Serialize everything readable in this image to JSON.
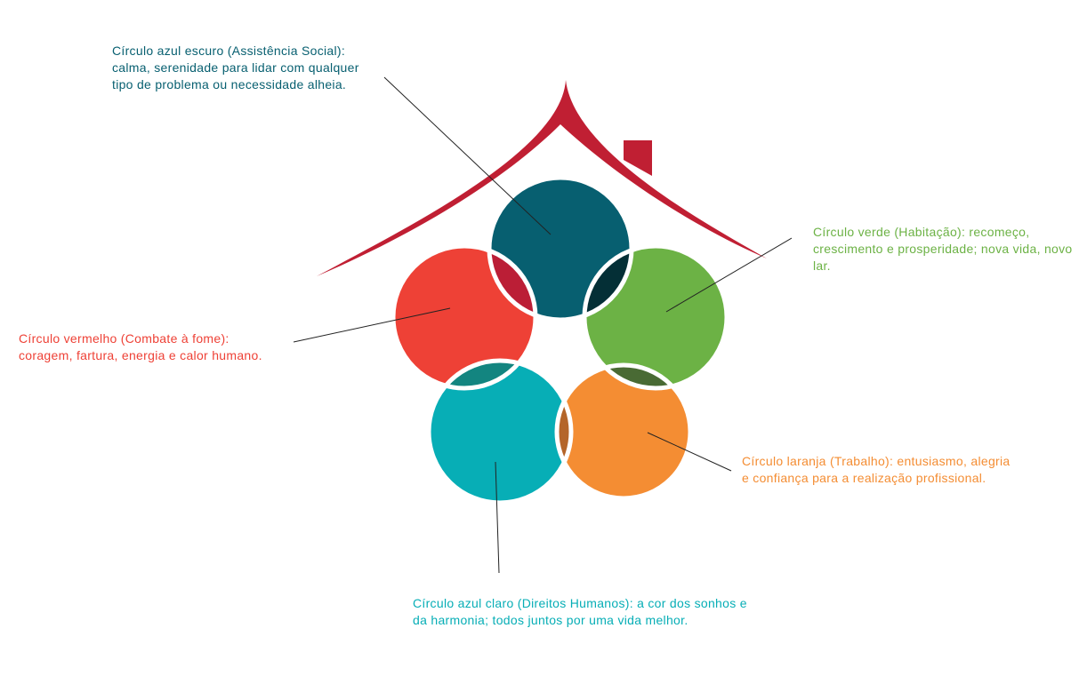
{
  "colors": {
    "roof": "#c01f33",
    "dark_blue": "#075f70",
    "green": "#6cb245",
    "red": "#ee4136",
    "orange": "#f48d33",
    "light_blue": "#07aeb6",
    "overlap_red_darkblue": "#bb1e36",
    "overlap_darkblue_green": "#042f36",
    "overlap_red_lightblue": "#138580",
    "overlap_green_orange": "#496a34",
    "overlap_lightblue_orange": "#b4652a",
    "connector": "#222222",
    "ring": "#ffffff"
  },
  "captions": {
    "dark_blue": "Círculo azul escuro (Assistência Social): calma, serenidade para lidar com qualquer tipo de problema ou necessidade alheia.",
    "green": "Círculo verde (Habitação): recomeço, crescimento e prosperidade; nova vida, novo lar.",
    "red": "Círculo vermelho (Combate à fome): coragem, fartura, energia e calor humano.",
    "orange": "Círculo laranja (Trabalho): entusiasmo, alegria e confiança para a realização profissional.",
    "light_blue": "Círculo azul claro (Direitos Humanos): a cor dos sonhos e da harmonia; todos juntos por uma vida melhor."
  }
}
